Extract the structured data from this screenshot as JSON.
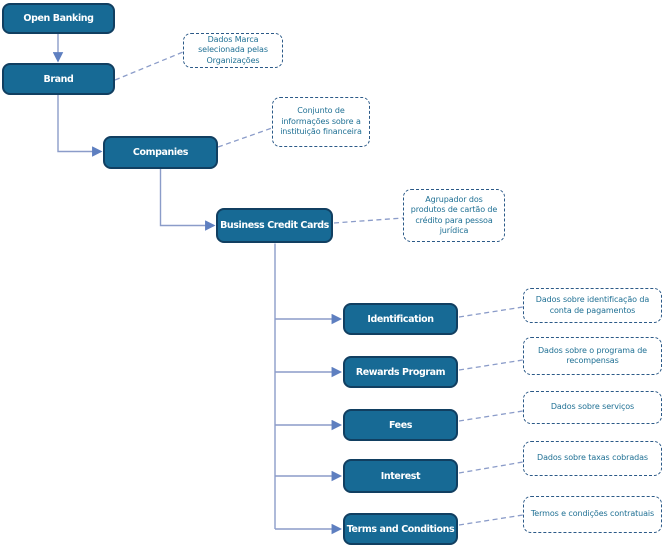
{
  "colors": {
    "background": "#ffffff",
    "node-fill": "#176a95",
    "node-border": "#113f61",
    "node-text": "#ffffff",
    "connector": "#8b9cc9",
    "arrowhead": "#5e7fc0",
    "note-border": "#2b5987",
    "note-text": "#1f7094"
  },
  "diagram": {
    "nodes": [
      {
        "id": "open-banking",
        "label": "Open Banking"
      },
      {
        "id": "brand",
        "label": "Brand"
      },
      {
        "id": "companies",
        "label": "Companies"
      },
      {
        "id": "business-credit-cards",
        "label": "Business Credit Cards"
      },
      {
        "id": "identification",
        "label": "Identification"
      },
      {
        "id": "rewards-program",
        "label": "Rewards Program"
      },
      {
        "id": "fees",
        "label": "Fees"
      },
      {
        "id": "interest",
        "label": "Interest"
      },
      {
        "id": "terms-and-conditions",
        "label": "Terms and Conditions"
      }
    ],
    "notes": [
      {
        "for": "Brand",
        "text": "Dados Marca selecionada pelas Organizações"
      },
      {
        "for": "Companies",
        "text": "Conjunto de informações sobre a instituição financeira"
      },
      {
        "for": "Business Credit Cards",
        "text": "Agrupador dos produtos de cartão de crédito para pessoa jurídica"
      },
      {
        "for": "Identification",
        "text": "Dados sobre identificação da conta de pagamentos"
      },
      {
        "for": "Rewards Program",
        "text": "Dados sobre o programa de recompensas"
      },
      {
        "for": "Fees",
        "text": "Dados sobre serviços"
      },
      {
        "for": "Interest",
        "text": "Dados sobre taxas cobradas"
      },
      {
        "for": "Terms and Conditions",
        "text": "Termos e condições contratuais"
      }
    ],
    "edges": [
      {
        "from": "Open Banking",
        "to": "Brand"
      },
      {
        "from": "Brand",
        "to": "Companies"
      },
      {
        "from": "Companies",
        "to": "Business Credit Cards"
      },
      {
        "from": "Business Credit Cards",
        "to": "Identification"
      },
      {
        "from": "Business Credit Cards",
        "to": "Rewards Program"
      },
      {
        "from": "Business Credit Cards",
        "to": "Fees"
      },
      {
        "from": "Business Credit Cards",
        "to": "Interest"
      },
      {
        "from": "Business Credit Cards",
        "to": "Terms and Conditions"
      }
    ]
  }
}
